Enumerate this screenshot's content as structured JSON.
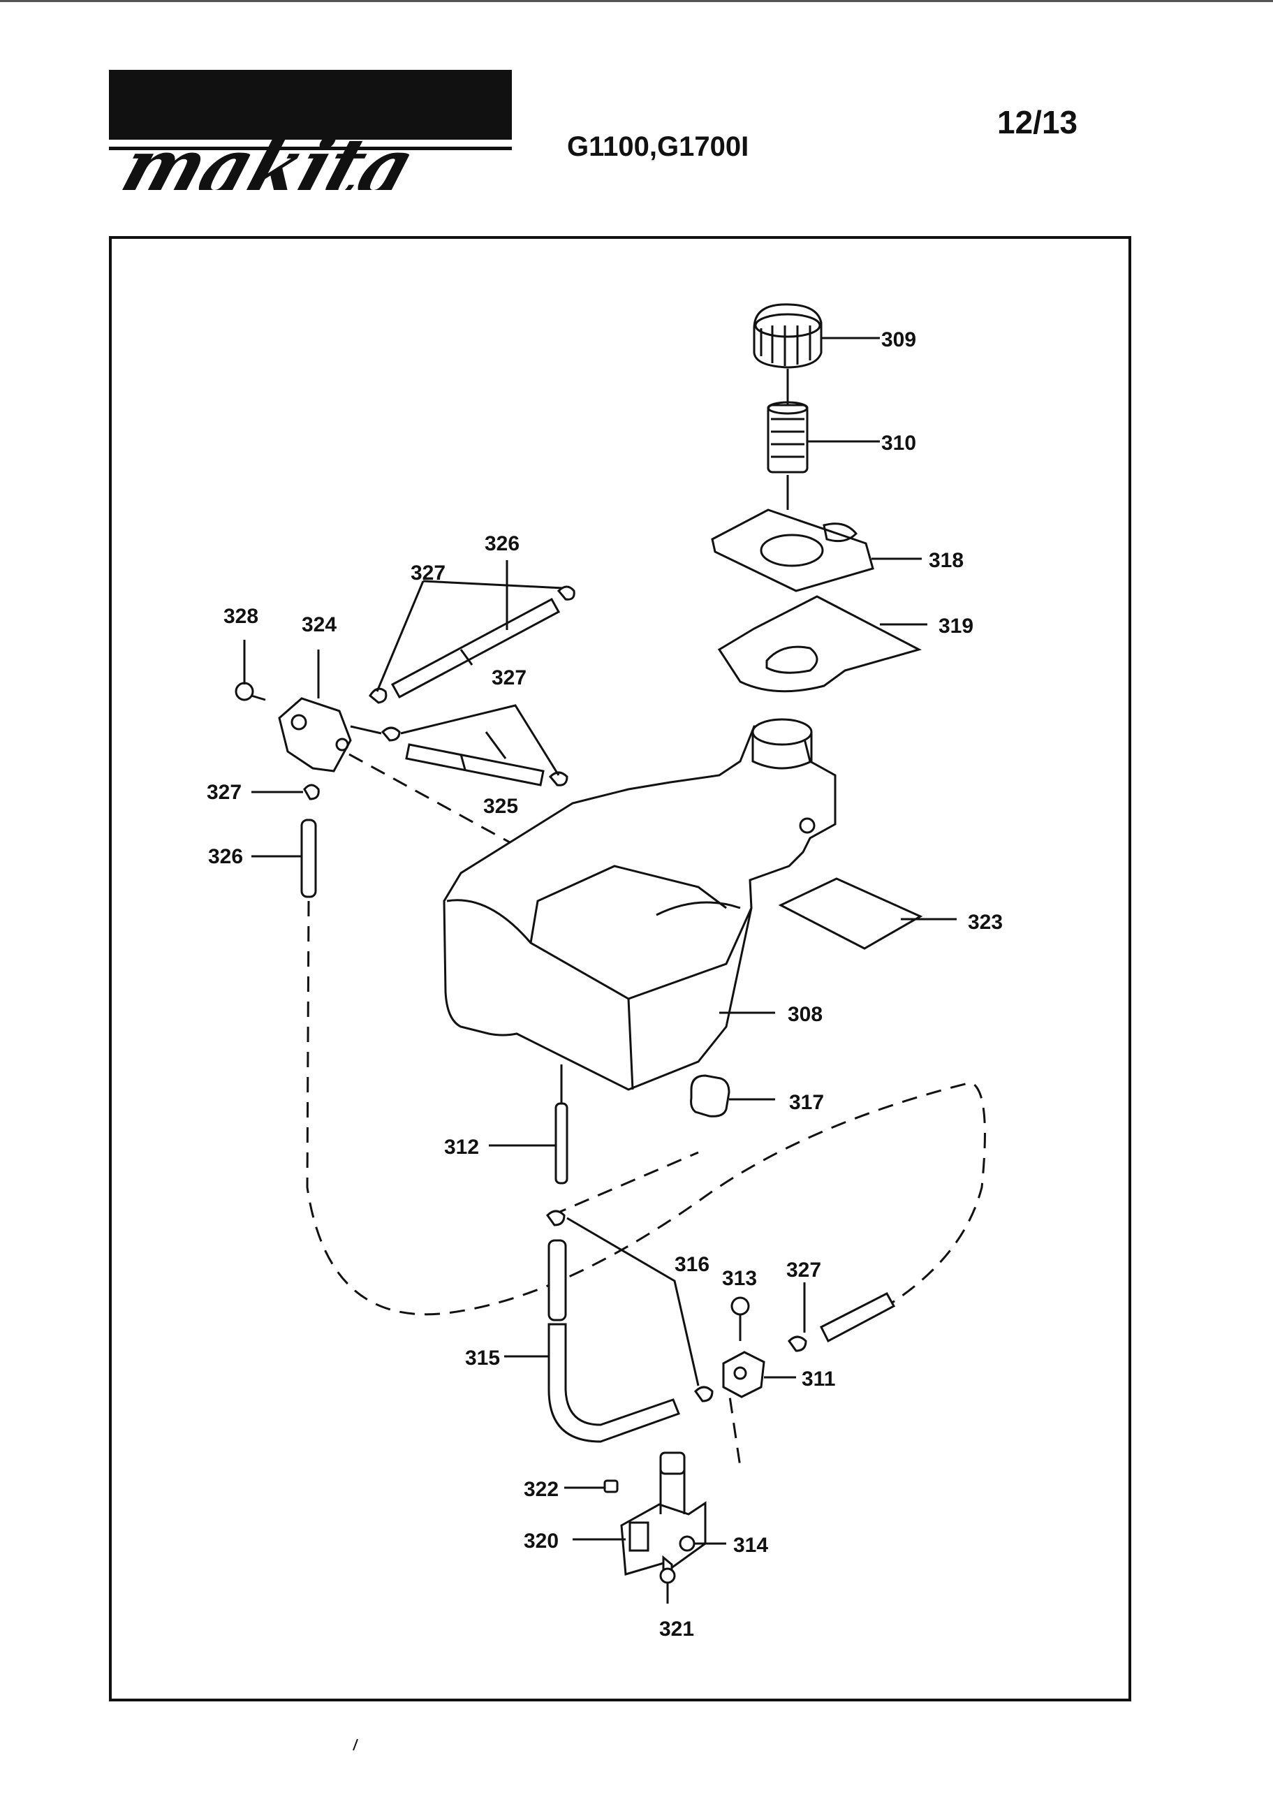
{
  "header": {
    "brand": "makita",
    "model": "G1100,G1700I",
    "page": "12/13"
  },
  "parts": {
    "p308": "308",
    "p309": "309",
    "p310": "310",
    "p311": "311",
    "p312": "312",
    "p313": "313",
    "p314": "314",
    "p315": "315",
    "p316": "316",
    "p317": "317",
    "p318": "318",
    "p319": "319",
    "p320": "320",
    "p321": "321",
    "p322": "322",
    "p323": "323",
    "p324": "324",
    "p325": "325",
    "p326a": "326",
    "p326b": "326",
    "p327a": "327",
    "p327b": "327",
    "p327c": "327",
    "p327d": "327",
    "p328": "328"
  },
  "colors": {
    "ink": "#111111",
    "paper": "#ffffff"
  }
}
